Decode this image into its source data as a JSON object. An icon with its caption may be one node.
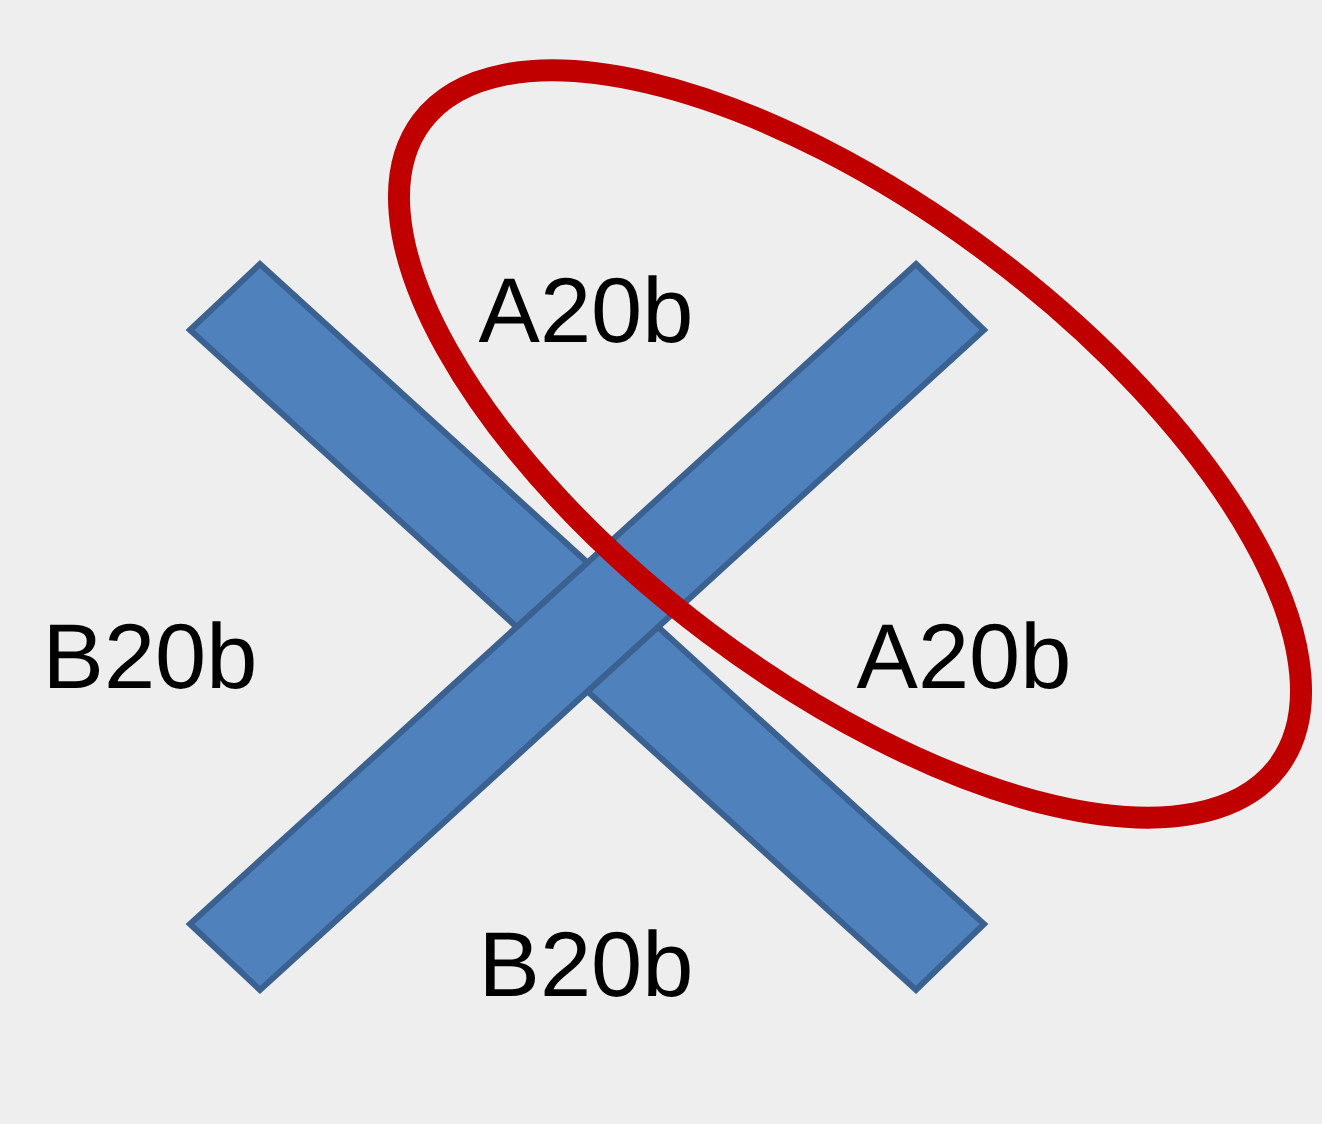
{
  "diagram": {
    "labels": [
      "A20b",
      "B20b",
      "A20b",
      "B20b"
    ]
  }
}
